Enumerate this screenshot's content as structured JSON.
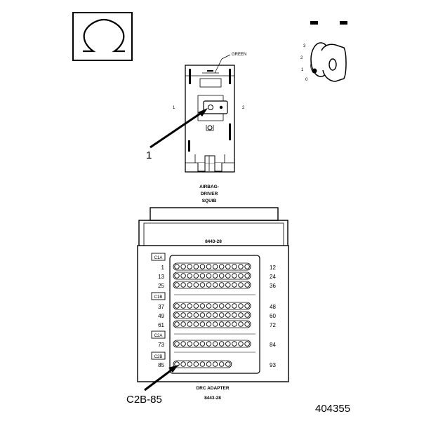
{
  "symbol": {
    "icon": "ohm-meter-icon",
    "glyph": "Ω"
  },
  "switch_positions": [
    "3",
    "2",
    "1",
    "0"
  ],
  "squib": {
    "wire_color_label": "GREEN",
    "side_labels": {
      "left": "1",
      "right": "2"
    },
    "callout": "1",
    "name_lines": [
      "AIRBAG-",
      "DRIVER",
      "SQUIB"
    ]
  },
  "adapter": {
    "top_label": "8443-28",
    "groups": [
      {
        "label": "C1A",
        "rows": [
          {
            "left": "1",
            "right": "12"
          },
          {
            "left": "13",
            "right": "24"
          },
          {
            "left": "25",
            "right": "36"
          }
        ]
      },
      {
        "label": "C1B",
        "rows": [
          {
            "left": "37",
            "right": "48"
          },
          {
            "left": "49",
            "right": "60"
          },
          {
            "left": "61",
            "right": "72"
          }
        ]
      },
      {
        "label": "C2A",
        "rows": [
          {
            "left": "73",
            "right": "84"
          }
        ]
      },
      {
        "label": "C2B",
        "rows": [
          {
            "left": "85",
            "right": "93"
          }
        ]
      }
    ],
    "name": "DRC ADAPTER",
    "part_number": "8443-28",
    "callout": "C2B-85"
  },
  "figure_number": "404355"
}
